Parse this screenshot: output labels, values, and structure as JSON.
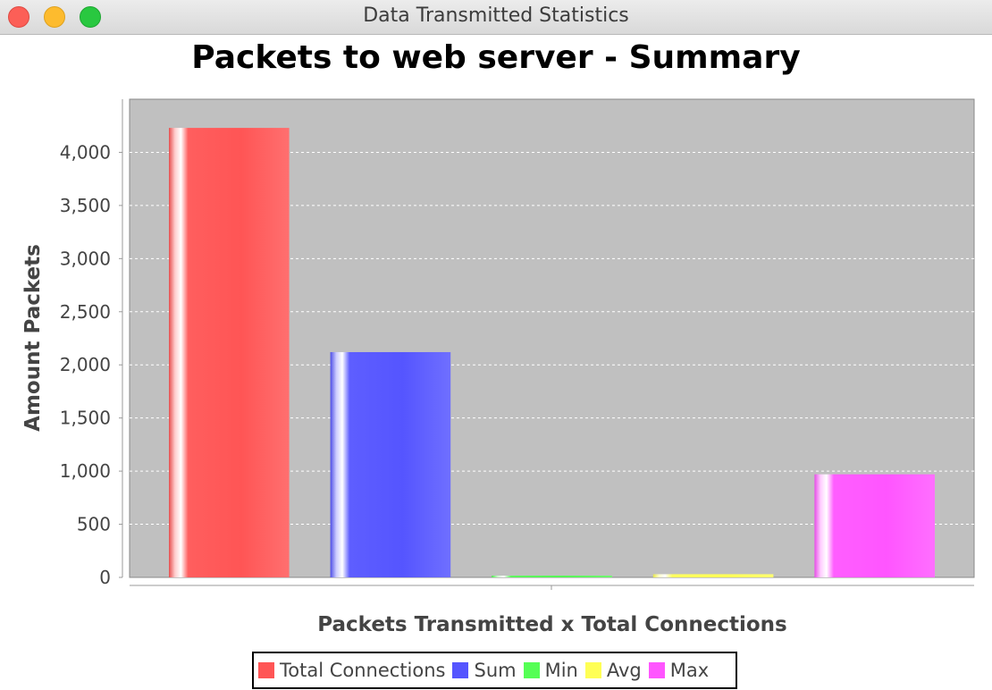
{
  "window": {
    "title": "Data Transmitted Statistics"
  },
  "colors": {
    "plot_background": "#c0c0c0",
    "gridline": "#ffffff",
    "axis_text": "#444444",
    "axis_label": "#444444"
  },
  "chart_data": {
    "type": "bar",
    "title": "Packets to web server - Summary",
    "xlabel": "Packets Transmitted x Total Connections",
    "ylabel": "Amount Packets",
    "ylim": [
      0,
      4500
    ],
    "yticks": [
      0,
      500,
      1000,
      1500,
      2000,
      2500,
      3000,
      3500,
      4000
    ],
    "ytick_labels": [
      "0",
      "500",
      "1,000",
      "1,500",
      "2,000",
      "2,500",
      "3,000",
      "3,500",
      "4,000"
    ],
    "grid": true,
    "legend_position": "bottom",
    "series": [
      {
        "name": "Total Connections",
        "values": [
          4230
        ],
        "color": "#ff5555"
      },
      {
        "name": "Sum",
        "values": [
          2120
        ],
        "color": "#5555ff"
      },
      {
        "name": "Min",
        "values": [
          5
        ],
        "color": "#55ff55"
      },
      {
        "name": "Avg",
        "values": [
          30
        ],
        "color": "#ffff55"
      },
      {
        "name": "Max",
        "values": [
          970
        ],
        "color": "#ff55ff"
      }
    ]
  }
}
